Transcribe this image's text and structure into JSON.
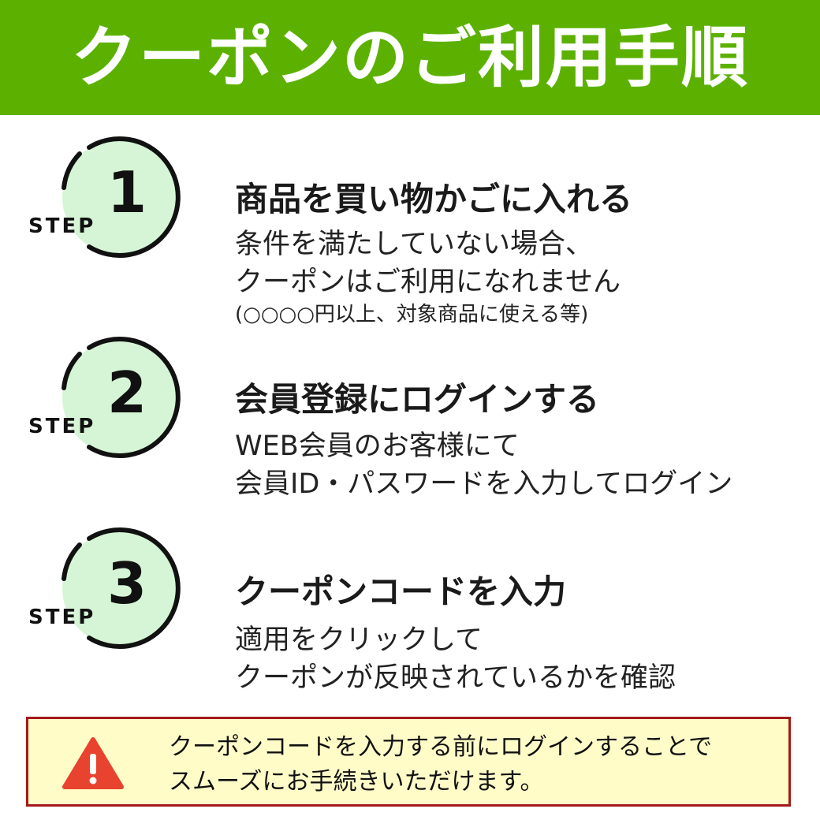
{
  "header": {
    "title": "クーポンのご利用手順"
  },
  "steps": [
    {
      "label": "STEP",
      "number": "1",
      "title": "商品を買い物かごに入れる",
      "lines": [
        "条件を満たしていない場合、",
        "クーポンはご利用になれません"
      ],
      "note": "(○○○○円以上、対象商品に使える等)"
    },
    {
      "label": "STEP",
      "number": "2",
      "title": "会員登録にログインする",
      "lines": [
        "WEB会員のお客様にて",
        "会員ID・パスワードを入力してログイン"
      ]
    },
    {
      "label": "STEP",
      "number": "3",
      "title": "クーポンコードを入力",
      "lines": [
        "適用をクリックして",
        "クーポンが反映されているかを確認"
      ]
    }
  ],
  "warning": {
    "icon": "warning-triangle-icon",
    "lines": [
      "クーポンコードを入力する前にログインすることで",
      "スムーズにお手続きいただけます。"
    ]
  },
  "colors": {
    "header_bg": "#5cb100",
    "circle_fill": "#d6f5d6",
    "warning_bg": "#fffcc8",
    "warning_border": "#a31a1a",
    "warning_icon": "#e8432e"
  }
}
